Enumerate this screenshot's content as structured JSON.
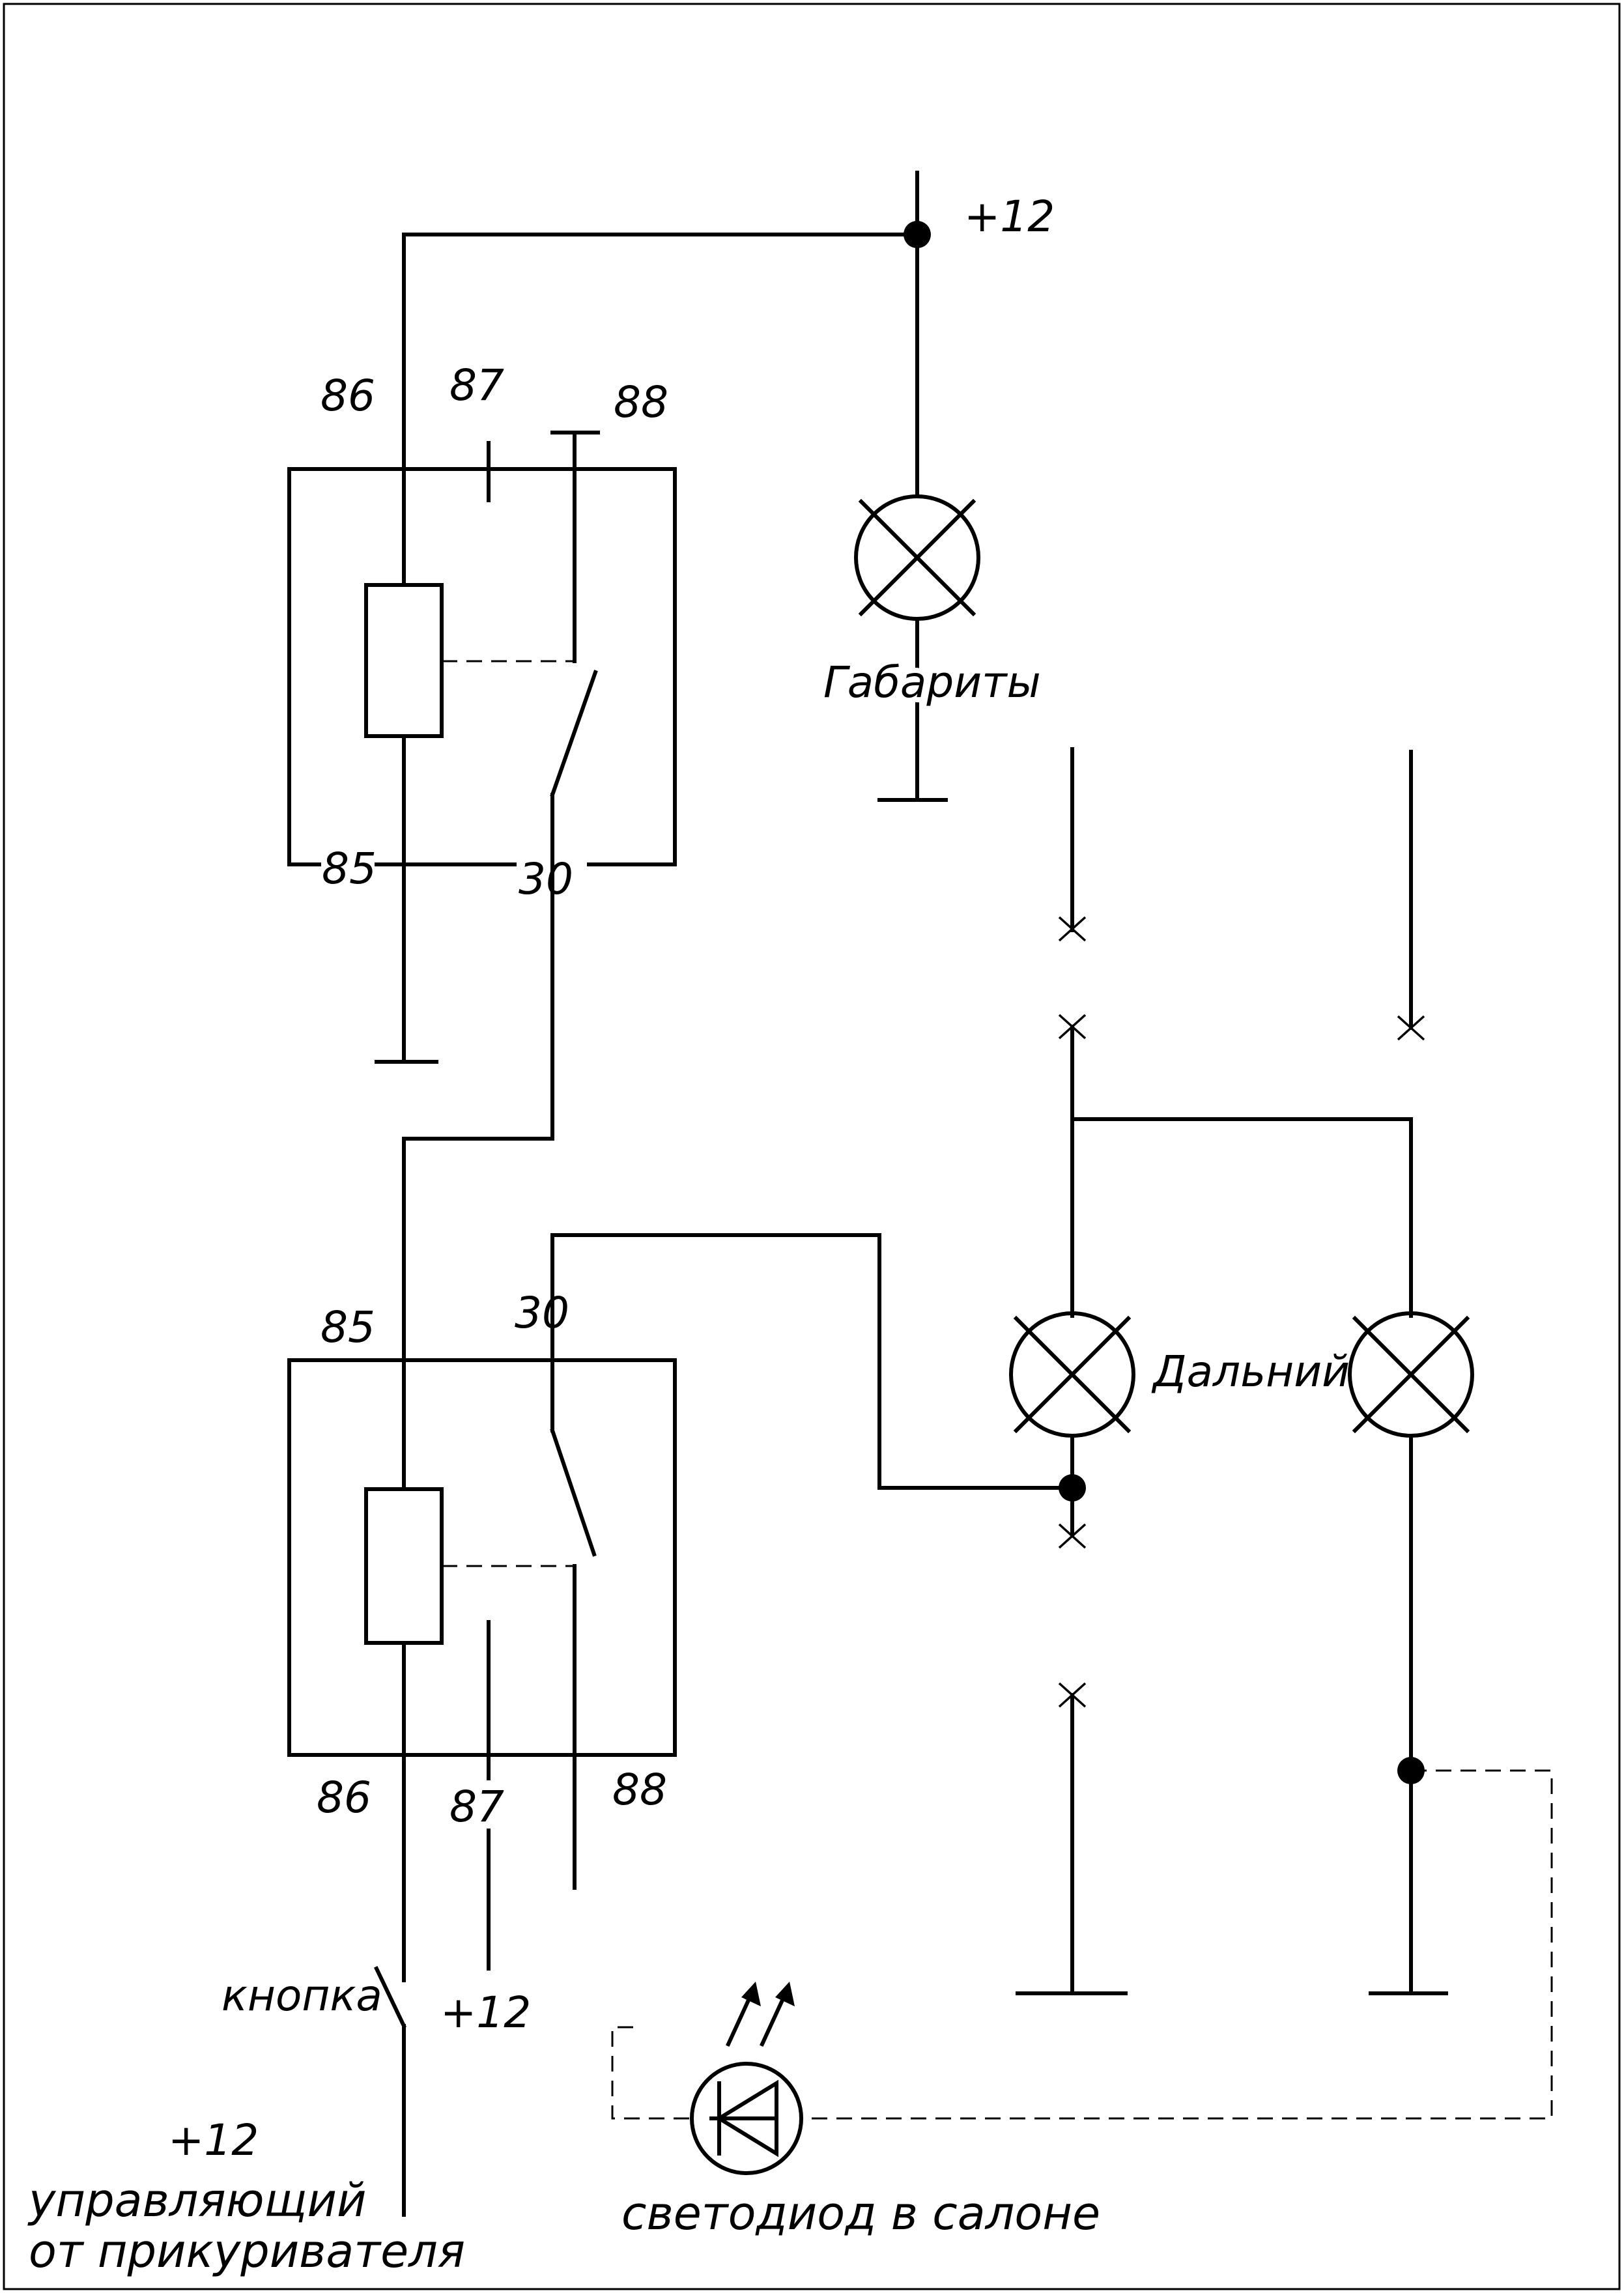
{
  "relay_top": {
    "pin_86": "86",
    "pin_87": "87",
    "pin_88": "88",
    "pin_85": "85",
    "pin_30": "30"
  },
  "relay_bottom": {
    "pin_85": "85",
    "pin_30": "30",
    "pin_86": "86",
    "pin_87": "87",
    "pin_88": "88"
  },
  "supply_top": "+12",
  "lamp_parking": "Габариты",
  "lamp_high_beam": "Дальний",
  "button": "кнопка",
  "supply_relay87": "+12",
  "control": {
    "line1": "+12",
    "line2": "управляющий",
    "line3": "от прикуривателя"
  },
  "led_cabin": "светодиод в салоне"
}
